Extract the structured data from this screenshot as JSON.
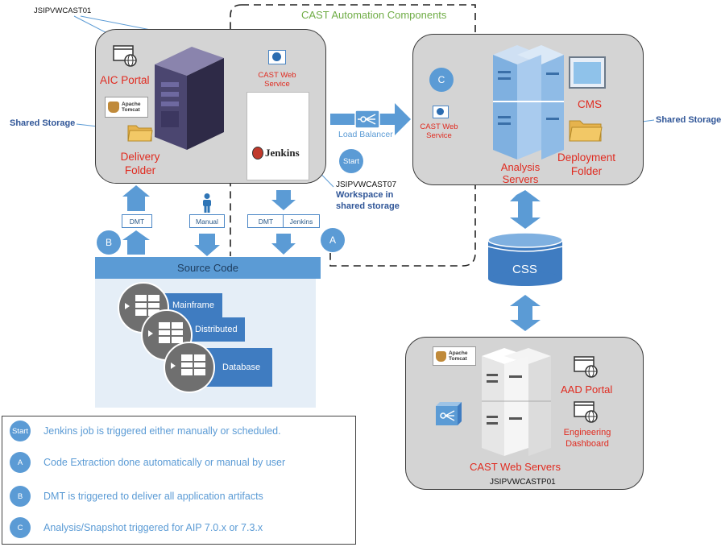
{
  "top_server_id": "JSIPVWCAST01",
  "automation_title": "CAST Automation Components",
  "left_panel": {
    "aic_portal": "AIC Portal",
    "delivery_folder": "Delivery Folder",
    "tomcat_line1": "Apache",
    "tomcat_line2": "Tomcat",
    "cast_web_service": "CAST Web Service",
    "jenkins": "Jenkins"
  },
  "shared_storage_left": "Shared Storage",
  "shared_storage_right": "Shared Storage",
  "load_balancer": "Load Balancer",
  "start_label": "Start",
  "jenkins_host": "JSIPVWCAST07",
  "workspace_note": "Workspace in shared storage",
  "right_panel": {
    "c_badge": "C",
    "cast_web_service": "CAST Web Service",
    "cms": "CMS",
    "deployment_folder": "Deployment Folder",
    "analysis_servers": "Analysis Servers"
  },
  "css_label": "CSS",
  "tags": {
    "dmt_left": "DMT",
    "manual": "Manual",
    "dmt_right": "DMT",
    "jenkins": "Jenkins"
  },
  "b_badge": "B",
  "a_badge": "A",
  "source_code": {
    "title": "Source Code",
    "items": [
      "Mainframe",
      "Distributed",
      "Database"
    ]
  },
  "bottom_panel": {
    "tomcat_line1": "Apache",
    "tomcat_line2": "Tomcat",
    "aad_portal": "AAD Portal",
    "engineering_dashboard": "Engineering Dashboard",
    "web_servers": "CAST Web Servers",
    "host": "JSIPVWCASTP01"
  },
  "legend": [
    {
      "badge": "Start",
      "text": "Jenkins job is triggered either manually or scheduled."
    },
    {
      "badge": "A",
      "text": "Code Extraction done automatically or manual by user"
    },
    {
      "badge": "B",
      "text": "DMT is triggered to deliver all application artifacts"
    },
    {
      "badge": "C",
      "text": "Analysis/Snapshot triggered for AIP 7.0.x or 7.3.x"
    }
  ],
  "colors": {
    "accent_blue": "#5b9bd5",
    "red_label": "#e02b20",
    "panel_gray": "#d4d4d4",
    "source_blue": "#3f7cc1"
  },
  "icons": [
    "browser-globe-icon",
    "server-tower-icon",
    "tomcat-icon",
    "folder-icon",
    "web-service-icon",
    "jenkins-icon",
    "load-balancer-icon",
    "rack-server-icon",
    "monitor-icon",
    "database-cylinder-icon",
    "person-icon"
  ]
}
